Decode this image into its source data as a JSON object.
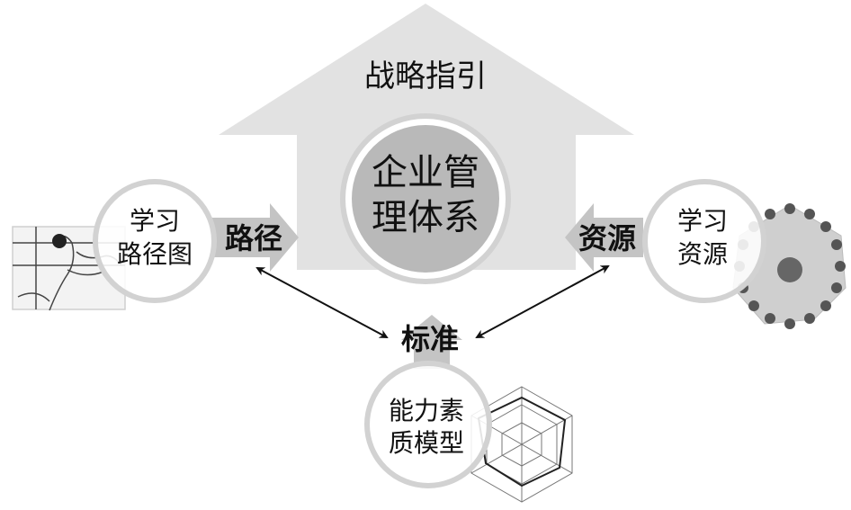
{
  "title_top": "战略指引",
  "center": {
    "line1": "企业管",
    "line2": "理体系"
  },
  "left_circle": {
    "line1": "学习",
    "line2": "路径图"
  },
  "left_arrow_label": "路径",
  "right_circle": {
    "line1": "学习",
    "line2": "资源"
  },
  "right_arrow_label": "资源",
  "bottom_label": "标准",
  "bottom_circle": {
    "line1": "能力素",
    "line2": "质模型"
  },
  "colors": {
    "big_arrow": "#e2e2e2",
    "center_fill": "#b9b9b9",
    "ring": "#d2d2d2",
    "small_arrow": "#c4c4c4",
    "text": "#111111"
  }
}
